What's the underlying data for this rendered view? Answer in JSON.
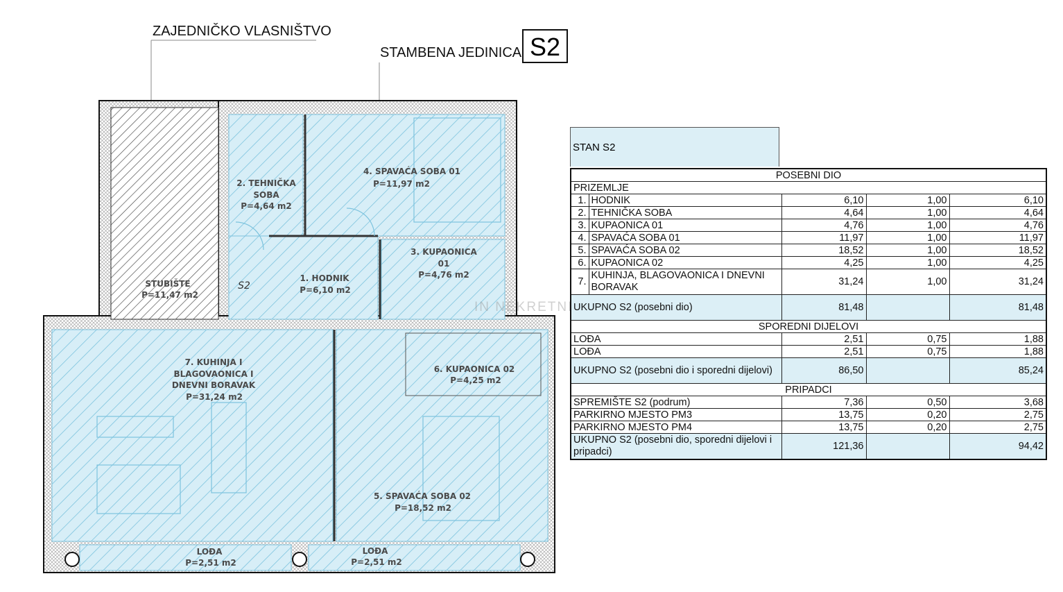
{
  "headings": {
    "common_ownership": "ZAJEDNIČKO VLASNIŠTVO",
    "residential_unit": "STAMBENA JEDINICA",
    "unit_code": "S2"
  },
  "plan": {
    "door_tag": "S2",
    "rooms": [
      {
        "name": "STUBIŠTE",
        "area": "P=11,47 m2"
      },
      {
        "name": "2. TEHNIČKA",
        "name2": "SOBA",
        "area": "P=4,64 m2"
      },
      {
        "name": "4. SPAVAĆA SOBA 01",
        "area": "P=11,97 m2"
      },
      {
        "name": "1. HODNIK",
        "area": "P=6,10 m2"
      },
      {
        "name": "3. KUPAONICA",
        "name2": "01",
        "area": "P=4,76 m2"
      },
      {
        "name": "7. KUHINJA I",
        "name2": "BLAGOVAONICA I",
        "name3": "DNEVNI BORAVAK",
        "area": "P=31,24 m2"
      },
      {
        "name": "6. KUPAONICA 02",
        "area": "P=4,25 m2"
      },
      {
        "name": "5. SPAVAĆA SOBA 02",
        "area": "P=18,52 m2"
      },
      {
        "name": "LOĐA",
        "area": "P=2,51 m2"
      },
      {
        "name": "LOĐA",
        "area": "P=2,51 m2"
      }
    ],
    "watermark": "IN NEKRETNINE"
  },
  "table": {
    "title": "STAN S2",
    "section_special": "POSEBNI DIO",
    "floor": "PRIZEMLJE",
    "rooms": [
      {
        "no": "1.",
        "name": "HODNIK",
        "area": "6,10",
        "coef": "1,00",
        "net": "6,10"
      },
      {
        "no": "2.",
        "name": "TEHNIČKA SOBA",
        "area": "4,64",
        "coef": "1,00",
        "net": "4,64"
      },
      {
        "no": "3.",
        "name": "KUPAONICA 01",
        "area": "4,76",
        "coef": "1,00",
        "net": "4,76"
      },
      {
        "no": "4.",
        "name": "SPAVAĆA SOBA 01",
        "area": "11,97",
        "coef": "1,00",
        "net": "11,97"
      },
      {
        "no": "5.",
        "name": "SPAVAĆA SOBA 02",
        "area": "18,52",
        "coef": "1,00",
        "net": "18,52"
      },
      {
        "no": "6.",
        "name": "KUPAONICA 02",
        "area": "4,25",
        "coef": "1,00",
        "net": "4,25"
      },
      {
        "no": "7.",
        "name": "KUHINJA, BLAGOVAONICA I DNEVNI BORAVAK",
        "area": "31,24",
        "coef": "1,00",
        "net": "31,24"
      }
    ],
    "total_special": {
      "label": "UKUPNO S2 (posebni dio)",
      "area": "81,48",
      "net": "81,48"
    },
    "section_side": "SPOREDNI DIJELOVI",
    "side": [
      {
        "name": "LOĐA",
        "area": "2,51",
        "coef": "0,75",
        "net": "1,88"
      },
      {
        "name": "LOĐA",
        "area": "2,51",
        "coef": "0,75",
        "net": "1,88"
      }
    ],
    "total_side": {
      "label": "UKUPNO S2 (posebni dio i sporedni dijelovi)",
      "area": "86,50",
      "net": "85,24"
    },
    "section_belong": "PRIPADCI",
    "belong": [
      {
        "name": "SPREMIŠTE S2 (podrum)",
        "area": "7,36",
        "coef": "0,50",
        "net": "3,68"
      },
      {
        "name": "PARKIRNO MJESTO PM3",
        "area": "13,75",
        "coef": "0,20",
        "net": "2,75"
      },
      {
        "name": "PARKIRNO MJESTO PM4",
        "area": "13,75",
        "coef": "0,20",
        "net": "2,75"
      }
    ],
    "total_all": {
      "label": "UKUPNO S2 (posebni dio, sporedni dijelovi i pripadci)",
      "area": "121,36",
      "net": "94,42"
    }
  }
}
